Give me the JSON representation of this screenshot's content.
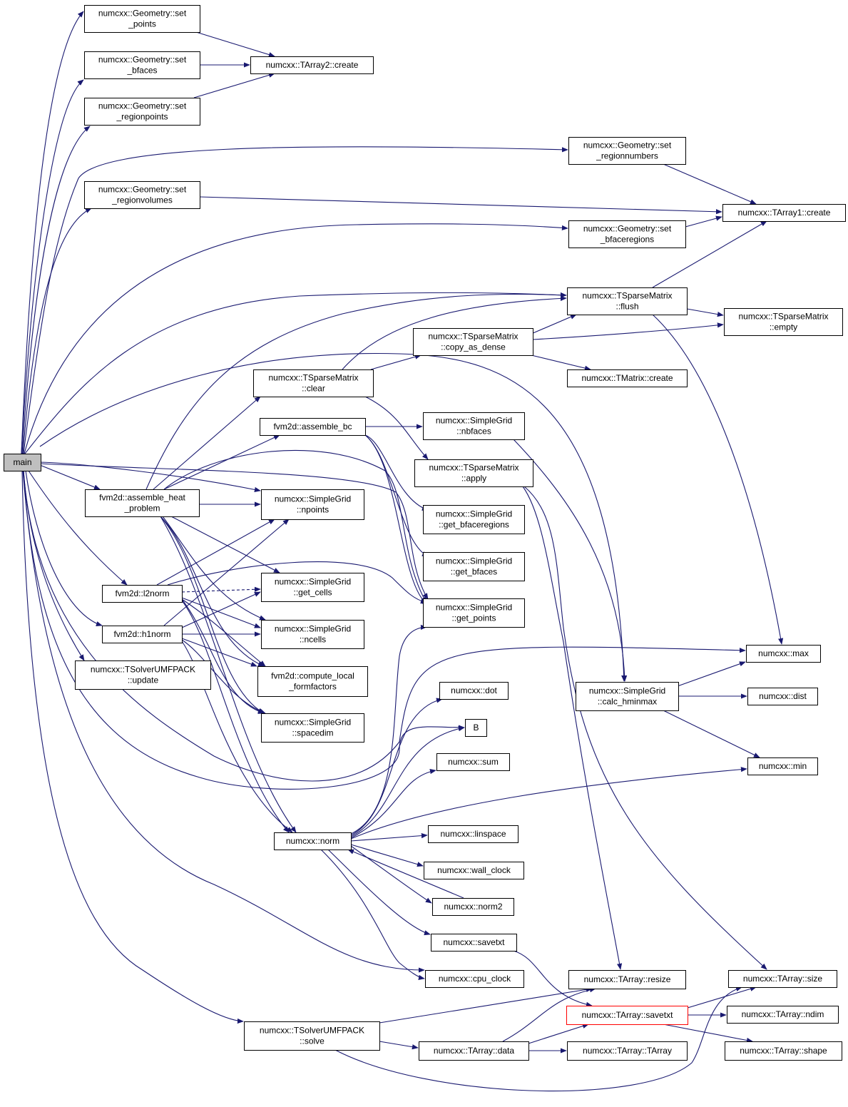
{
  "graph": {
    "edge_color": "#191970",
    "root_fill": "#bfbfbf",
    "highlight_border": "#ff0000",
    "nodes": [
      {
        "id": "main",
        "lines": [
          "main"
        ],
        "style": "root"
      },
      {
        "id": "set_points",
        "lines": [
          "numcxx::Geometry::set",
          "_points"
        ]
      },
      {
        "id": "set_bfaces",
        "lines": [
          "numcxx::Geometry::set",
          "_bfaces"
        ]
      },
      {
        "id": "set_regionpoints",
        "lines": [
          "numcxx::Geometry::set",
          "_regionpoints"
        ]
      },
      {
        "id": "set_regionvolumes",
        "lines": [
          "numcxx::Geometry::set",
          "_regionvolumes"
        ]
      },
      {
        "id": "tarray2_create",
        "lines": [
          "numcxx::TArray2::create"
        ]
      },
      {
        "id": "set_regionnumbers",
        "lines": [
          "numcxx::Geometry::set",
          "_regionnumbers"
        ]
      },
      {
        "id": "set_bfaceregions",
        "lines": [
          "numcxx::Geometry::set",
          "_bfaceregions"
        ]
      },
      {
        "id": "tarray1_create",
        "lines": [
          "numcxx::TArray1::create"
        ]
      },
      {
        "id": "flush",
        "lines": [
          "numcxx::TSparseMatrix",
          "::flush"
        ]
      },
      {
        "id": "empty",
        "lines": [
          "numcxx::TSparseMatrix",
          "::empty"
        ]
      },
      {
        "id": "copy_as_dense",
        "lines": [
          "numcxx::TSparseMatrix",
          "::copy_as_dense"
        ]
      },
      {
        "id": "tmatrix_create",
        "lines": [
          "numcxx::TMatrix::create"
        ]
      },
      {
        "id": "clear",
        "lines": [
          "numcxx::TSparseMatrix",
          "::clear"
        ]
      },
      {
        "id": "assemble_bc",
        "lines": [
          "fvm2d::assemble_bc"
        ]
      },
      {
        "id": "nbfaces",
        "lines": [
          "numcxx::SimpleGrid",
          "::nbfaces"
        ]
      },
      {
        "id": "apply",
        "lines": [
          "numcxx::TSparseMatrix",
          "::apply"
        ]
      },
      {
        "id": "assemble_heat",
        "lines": [
          "fvm2d::assemble_heat",
          "_problem"
        ]
      },
      {
        "id": "npoints",
        "lines": [
          "numcxx::SimpleGrid",
          "::npoints"
        ]
      },
      {
        "id": "get_bfaceregions",
        "lines": [
          "numcxx::SimpleGrid",
          "::get_bfaceregions"
        ]
      },
      {
        "id": "get_bfaces",
        "lines": [
          "numcxx::SimpleGrid",
          "::get_bfaces"
        ]
      },
      {
        "id": "l2norm",
        "lines": [
          "fvm2d::l2norm"
        ]
      },
      {
        "id": "get_cells",
        "lines": [
          "numcxx::SimpleGrid",
          "::get_cells"
        ]
      },
      {
        "id": "get_points",
        "lines": [
          "numcxx::SimpleGrid",
          "::get_points"
        ]
      },
      {
        "id": "h1norm",
        "lines": [
          "fvm2d::h1norm"
        ]
      },
      {
        "id": "ncells",
        "lines": [
          "numcxx::SimpleGrid",
          "::ncells"
        ]
      },
      {
        "id": "max",
        "lines": [
          "numcxx::max"
        ]
      },
      {
        "id": "update",
        "lines": [
          "numcxx::TSolverUMFPACK",
          "::update"
        ]
      },
      {
        "id": "compute_local",
        "lines": [
          "fvm2d::compute_local",
          "_formfactors"
        ]
      },
      {
        "id": "calc_hminmax",
        "lines": [
          "numcxx::SimpleGrid",
          "::calc_hminmax"
        ]
      },
      {
        "id": "dist",
        "lines": [
          "numcxx::dist"
        ]
      },
      {
        "id": "dot",
        "lines": [
          "numcxx::dot"
        ]
      },
      {
        "id": "spacedim",
        "lines": [
          "numcxx::SimpleGrid",
          "::spacedim"
        ]
      },
      {
        "id": "B",
        "lines": [
          "B"
        ]
      },
      {
        "id": "sum",
        "lines": [
          "numcxx::sum"
        ]
      },
      {
        "id": "min",
        "lines": [
          "numcxx::min"
        ]
      },
      {
        "id": "norm",
        "lines": [
          "numcxx::norm"
        ]
      },
      {
        "id": "linspace",
        "lines": [
          "numcxx::linspace"
        ]
      },
      {
        "id": "wall_clock",
        "lines": [
          "numcxx::wall_clock"
        ]
      },
      {
        "id": "norm2",
        "lines": [
          "numcxx::norm2"
        ]
      },
      {
        "id": "savetxt",
        "lines": [
          "numcxx::savetxt"
        ]
      },
      {
        "id": "cpu_clock",
        "lines": [
          "numcxx::cpu_clock"
        ]
      },
      {
        "id": "resize",
        "lines": [
          "numcxx::TArray::resize"
        ]
      },
      {
        "id": "tarray_size",
        "lines": [
          "numcxx::TArray::size"
        ]
      },
      {
        "id": "tarray_savetxt",
        "lines": [
          "numcxx::TArray::savetxt"
        ],
        "style": "red"
      },
      {
        "id": "ndim",
        "lines": [
          "numcxx::TArray::ndim"
        ]
      },
      {
        "id": "solve",
        "lines": [
          "numcxx::TSolverUMFPACK",
          "::solve"
        ]
      },
      {
        "id": "tarray_data",
        "lines": [
          "numcxx::TArray::data"
        ]
      },
      {
        "id": "tarray_ctor",
        "lines": [
          "numcxx::TArray::TArray"
        ]
      },
      {
        "id": "shape",
        "lines": [
          "numcxx::TArray::shape"
        ]
      }
    ],
    "edges": [
      {
        "from": "main",
        "to": "set_points"
      },
      {
        "from": "main",
        "to": "set_bfaces"
      },
      {
        "from": "main",
        "to": "set_regionpoints"
      },
      {
        "from": "main",
        "to": "set_regionvolumes"
      },
      {
        "from": "main",
        "to": "set_regionnumbers"
      },
      {
        "from": "main",
        "to": "set_bfaceregions"
      },
      {
        "from": "main",
        "to": "flush"
      },
      {
        "from": "main",
        "to": "calc_hminmax"
      },
      {
        "from": "main",
        "to": "assemble_heat"
      },
      {
        "from": "main",
        "to": "npoints"
      },
      {
        "from": "main",
        "to": "get_points"
      },
      {
        "from": "main",
        "to": "l2norm"
      },
      {
        "from": "main",
        "to": "h1norm"
      },
      {
        "from": "main",
        "to": "update"
      },
      {
        "from": "main",
        "to": "max"
      },
      {
        "from": "main",
        "to": "B"
      },
      {
        "from": "main",
        "to": "cpu_clock"
      },
      {
        "from": "main",
        "to": "solve"
      },
      {
        "from": "set_points",
        "to": "tarray2_create"
      },
      {
        "from": "set_bfaces",
        "to": "tarray2_create"
      },
      {
        "from": "set_regionpoints",
        "to": "tarray2_create"
      },
      {
        "from": "set_regionnumbers",
        "to": "tarray1_create"
      },
      {
        "from": "set_regionvolumes",
        "to": "tarray1_create"
      },
      {
        "from": "set_bfaceregions",
        "to": "tarray1_create"
      },
      {
        "from": "flush",
        "to": "tarray1_create"
      },
      {
        "from": "flush",
        "to": "empty"
      },
      {
        "from": "flush",
        "to": "max"
      },
      {
        "from": "copy_as_dense",
        "to": "flush"
      },
      {
        "from": "copy_as_dense",
        "to": "empty"
      },
      {
        "from": "copy_as_dense",
        "to": "tmatrix_create"
      },
      {
        "from": "clear",
        "to": "flush"
      },
      {
        "from": "clear",
        "to": "copy_as_dense"
      },
      {
        "from": "clear",
        "to": "apply"
      },
      {
        "from": "assemble_bc",
        "to": "nbfaces"
      },
      {
        "from": "assemble_bc",
        "to": "get_bfaceregions"
      },
      {
        "from": "assemble_bc",
        "to": "get_bfaces"
      },
      {
        "from": "assemble_bc",
        "to": "get_points"
      },
      {
        "from": "nbfaces",
        "to": "calc_hminmax"
      },
      {
        "from": "apply",
        "to": "resize"
      },
      {
        "from": "apply",
        "to": "tarray_size"
      },
      {
        "from": "assemble_heat",
        "to": "flush"
      },
      {
        "from": "assemble_heat",
        "to": "clear"
      },
      {
        "from": "assemble_heat",
        "to": "assemble_bc"
      },
      {
        "from": "assemble_heat",
        "to": "npoints"
      },
      {
        "from": "assemble_heat",
        "to": "get_points"
      },
      {
        "from": "assemble_heat",
        "to": "get_cells"
      },
      {
        "from": "assemble_heat",
        "to": "ncells"
      },
      {
        "from": "assemble_heat",
        "to": "compute_local"
      },
      {
        "from": "assemble_heat",
        "to": "spacedim"
      },
      {
        "from": "assemble_heat",
        "to": "norm"
      },
      {
        "from": "l2norm",
        "to": "npoints"
      },
      {
        "from": "l2norm",
        "to": "get_points"
      },
      {
        "from": "l2norm",
        "to": "get_cells",
        "style": "dashed"
      },
      {
        "from": "l2norm",
        "to": "ncells"
      },
      {
        "from": "l2norm",
        "to": "compute_local"
      },
      {
        "from": "l2norm",
        "to": "spacedim"
      },
      {
        "from": "l2norm",
        "to": "norm"
      },
      {
        "from": "h1norm",
        "to": "npoints"
      },
      {
        "from": "h1norm",
        "to": "get_cells"
      },
      {
        "from": "h1norm",
        "to": "ncells"
      },
      {
        "from": "h1norm",
        "to": "compute_local"
      },
      {
        "from": "h1norm",
        "to": "spacedim"
      },
      {
        "from": "h1norm",
        "to": "norm"
      },
      {
        "from": "calc_hminmax",
        "to": "max"
      },
      {
        "from": "calc_hminmax",
        "to": "dist"
      },
      {
        "from": "calc_hminmax",
        "to": "min"
      },
      {
        "from": "norm",
        "to": "get_points"
      },
      {
        "from": "norm",
        "to": "dot"
      },
      {
        "from": "norm",
        "to": "B"
      },
      {
        "from": "norm",
        "to": "sum"
      },
      {
        "from": "norm",
        "to": "min"
      },
      {
        "from": "norm",
        "to": "linspace"
      },
      {
        "from": "norm",
        "to": "wall_clock"
      },
      {
        "from": "norm",
        "to": "norm2"
      },
      {
        "from": "norm",
        "to": "savetxt"
      },
      {
        "from": "norm",
        "to": "cpu_clock"
      },
      {
        "from": "norm2",
        "to": "norm"
      },
      {
        "from": "savetxt",
        "to": "tarray_savetxt"
      },
      {
        "from": "tarray_savetxt",
        "to": "tarray_size"
      },
      {
        "from": "tarray_savetxt",
        "to": "ndim"
      },
      {
        "from": "tarray_savetxt",
        "to": "shape"
      },
      {
        "from": "solve",
        "to": "resize"
      },
      {
        "from": "solve",
        "to": "tarray_data"
      },
      {
        "from": "solve",
        "to": "tarray_size"
      },
      {
        "from": "tarray_data",
        "to": "resize"
      },
      {
        "from": "tarray_data",
        "to": "tarray_savetxt"
      },
      {
        "from": "tarray_data",
        "to": "tarray_ctor"
      }
    ]
  }
}
